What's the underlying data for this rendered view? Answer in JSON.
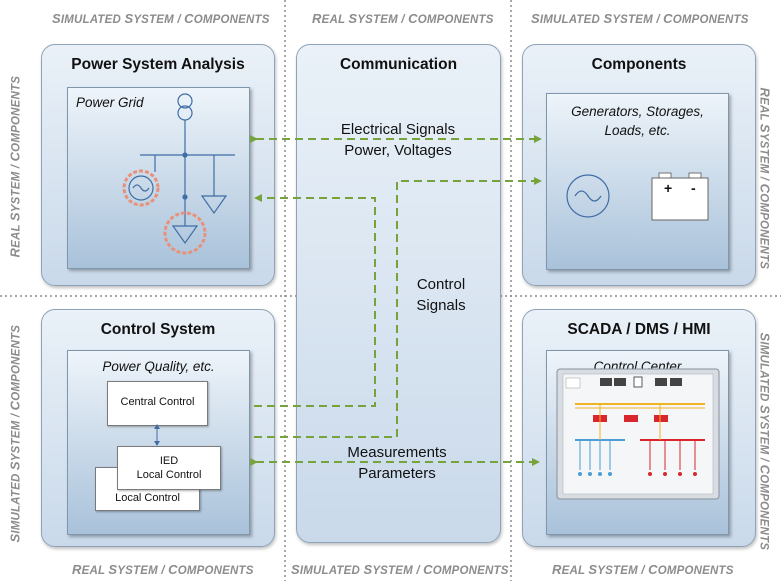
{
  "edge_labels": {
    "top_left": "Simulated System / Components",
    "top_center": "Real System / Components",
    "top_right": "Simulated System / Components",
    "bottom_left": "Real System / Components",
    "bottom_center": "Simulated System / Components",
    "bottom_right": "Real System / Components",
    "left_upper": "Real System / Components",
    "left_lower": "Simulated System / Components",
    "right_upper": "Real System / Components",
    "right_lower": "Simulated System / Components"
  },
  "panels": {
    "power_system_analysis": {
      "title": "Power System Analysis",
      "inner_title": "Power Grid"
    },
    "communication": {
      "title": "Communication"
    },
    "components": {
      "title": "Components",
      "inner_title": "Generators, Storages, Loads, etc."
    },
    "control_system": {
      "title": "Control System",
      "inner_title": "Power Quality, etc."
    },
    "scada": {
      "title": "SCADA / DMS / HMI",
      "inner_title": "Control Center"
    }
  },
  "control_boxes": {
    "central": "Central Control",
    "ied_line1": "IED",
    "ied_line2": "Local Control",
    "local": "Local Control"
  },
  "signals": {
    "electrical_line1": "Electrical Signals",
    "electrical_line2": "Power, Voltages",
    "control_line1": "Control",
    "control_line2": "Signals",
    "measurements_line1": "Measurements",
    "measurements_line2": "Parameters"
  },
  "battery": {
    "plus": "+",
    "minus": "-"
  },
  "colors": {
    "arrow": "#77a33d",
    "panel_border": "#8ea3b8",
    "highlight": "#e8917a",
    "schematic": "#3f6ea4"
  }
}
